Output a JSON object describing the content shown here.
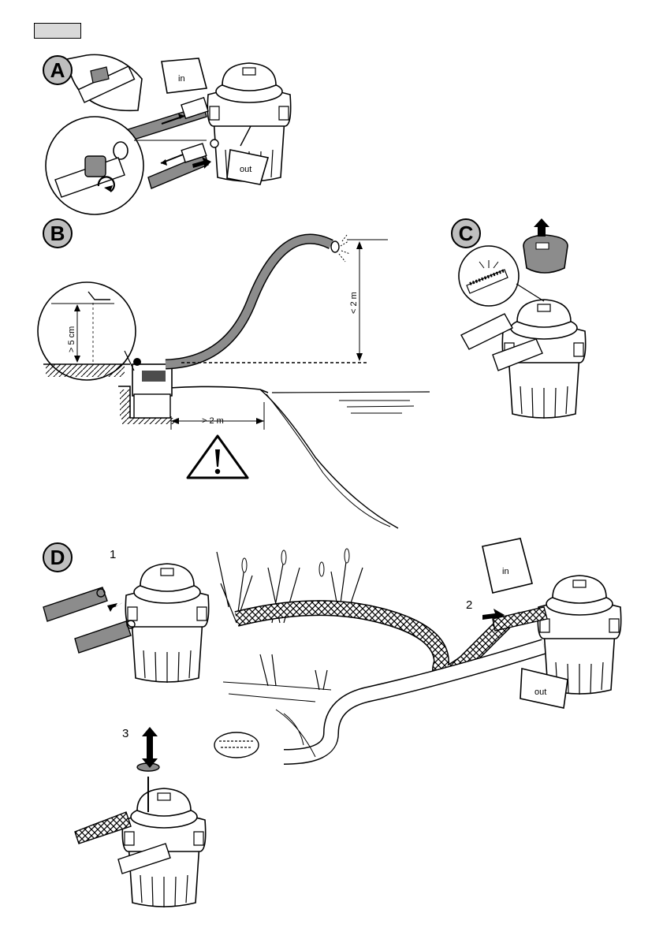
{
  "sections": {
    "a": {
      "letter": "A",
      "bubble_in": "in",
      "bubble_out": "out"
    },
    "b": {
      "letter": "B",
      "depth_label": "> 5 cm",
      "height_label": "< 2 m",
      "distance_label": "> 2 m"
    },
    "c": {
      "letter": "C"
    },
    "d": {
      "letter": "D",
      "step1": "1",
      "step2": "2",
      "step3": "3",
      "bubble_in": "in",
      "bubble_out": "out"
    }
  },
  "colors": {
    "hose": "#8c8c8c",
    "badge": "#bfbfbf",
    "line": "#000000"
  },
  "icons": [
    "warning-triangle-icon",
    "up-arrow-icon",
    "push-arrow-icon",
    "rotate-arrow-icon"
  ]
}
